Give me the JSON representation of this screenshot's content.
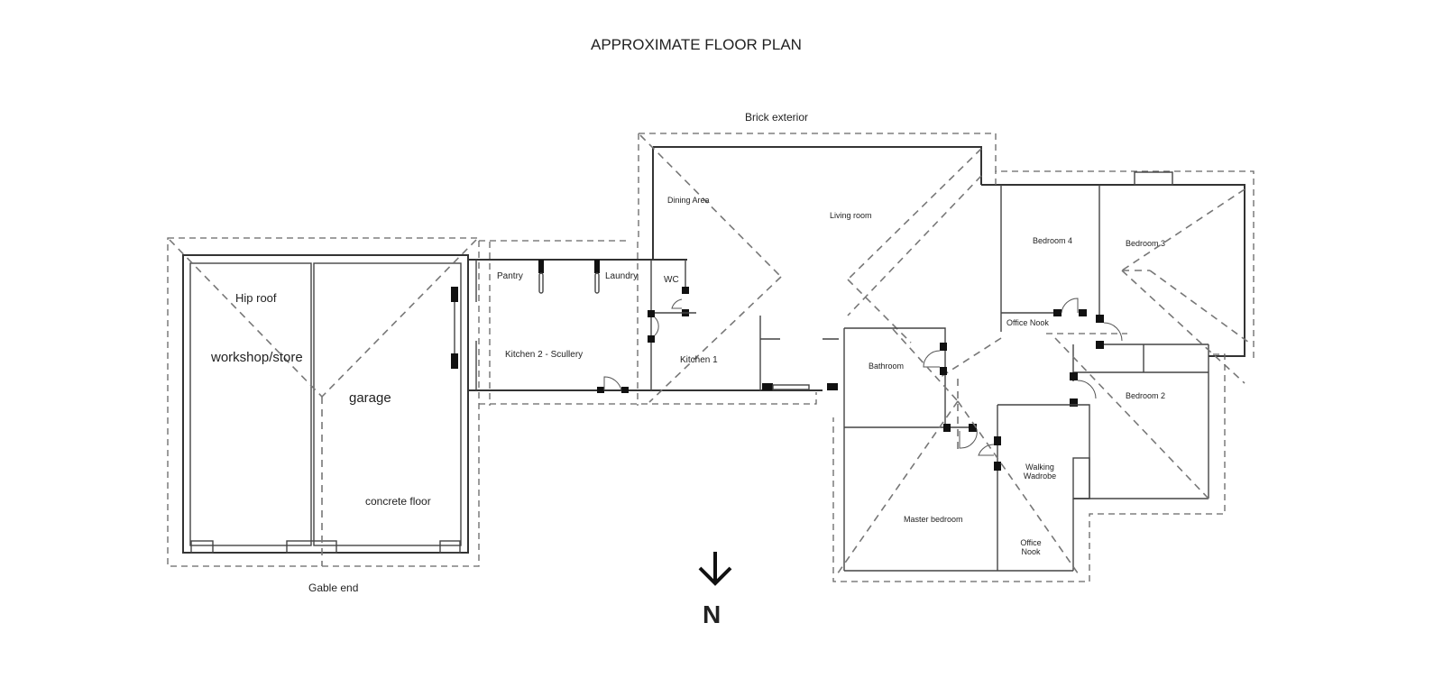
{
  "title": "APPROXIMATE FLOOR PLAN",
  "annotations": {
    "brick_exterior": "Brick exterior",
    "gable_end": "Gable end",
    "hip_roof": "Hip roof",
    "concrete_floor": "concrete floor"
  },
  "rooms": {
    "workshop": "workshop/store",
    "garage": "garage",
    "pantry": "Pantry",
    "laundry": "Laundry",
    "wc": "WC",
    "kitchen2": "Kitchen 2 - Scullery",
    "kitchen1": "Kitchen 1",
    "dining": "Dining Area",
    "living": "Living room",
    "bedroom4": "Bedroom 4",
    "bedroom3": "Bedroom 3",
    "office_nook_top": "Office Nook",
    "bathroom": "Bathroom",
    "bedroom2": "Bedroom 2",
    "walking_wardrobe_1": "Walking",
    "walking_wardrobe_2": "Wadrobe",
    "master": "Master bedroom",
    "office_nook_bottom_1": "Office",
    "office_nook_bottom_2": "Nook"
  },
  "compass": {
    "icon": "arrow-down-icon",
    "label": "N"
  }
}
